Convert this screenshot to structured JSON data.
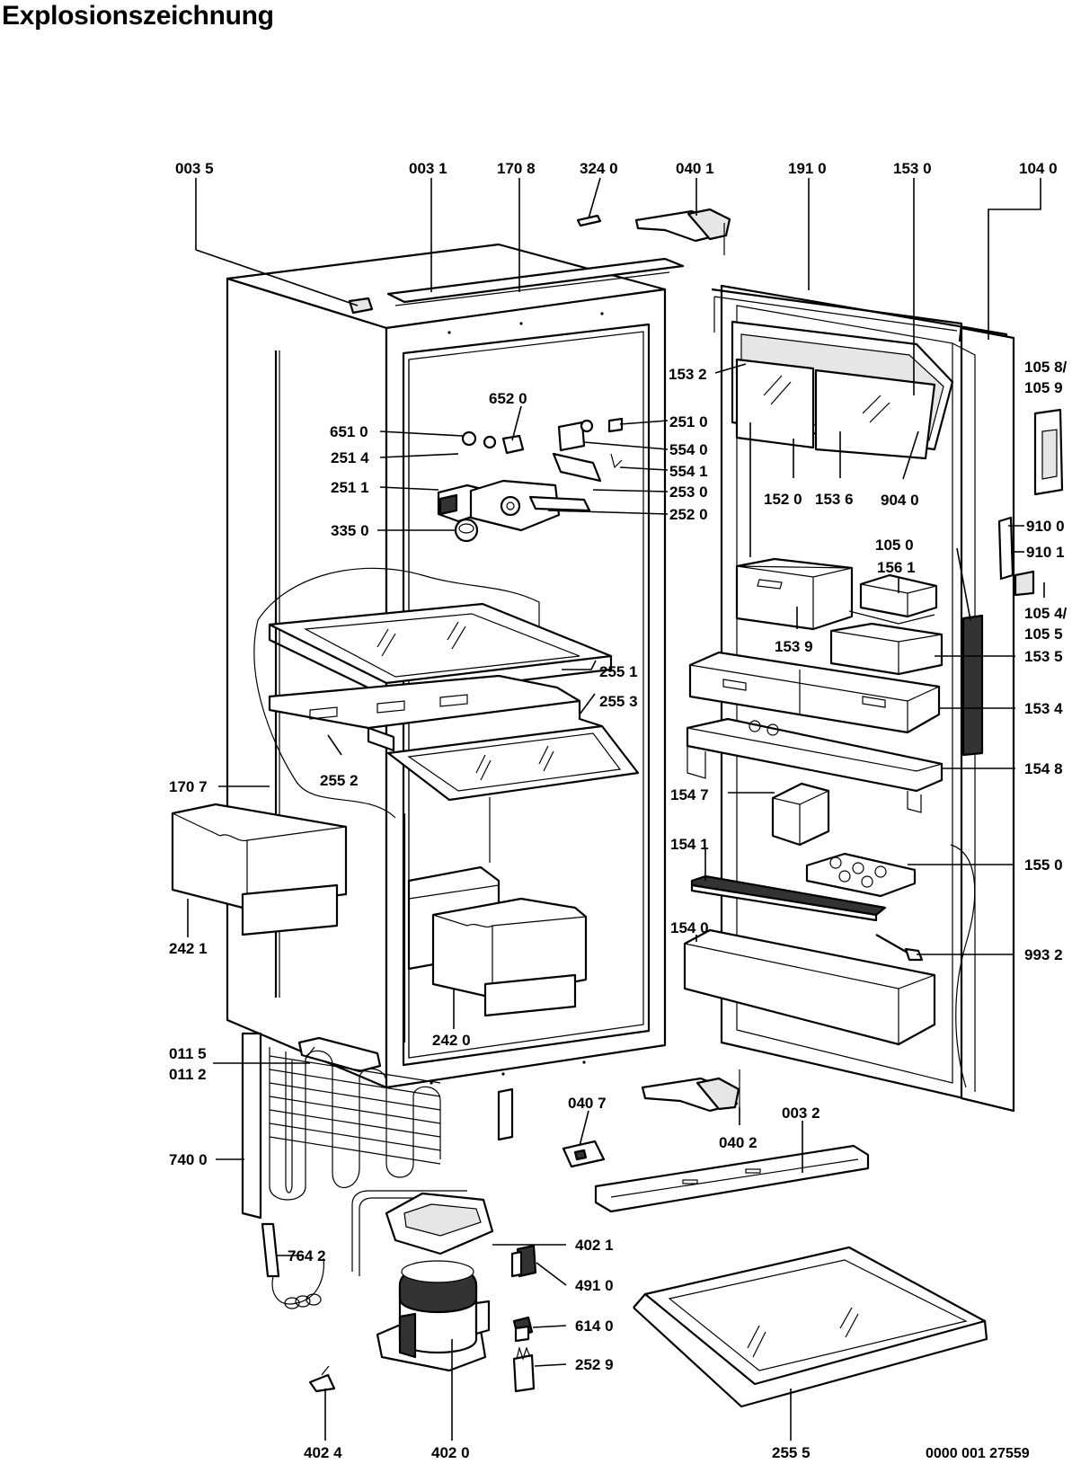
{
  "title": "Explosionszeichnung",
  "document_number": "0000 001 27559",
  "labels": [
    {
      "id": "0035",
      "text": "003 5"
    },
    {
      "id": "0031",
      "text": "003 1"
    },
    {
      "id": "1708",
      "text": "170 8"
    },
    {
      "id": "3240",
      "text": "324 0"
    },
    {
      "id": "0401",
      "text": "040 1"
    },
    {
      "id": "1910",
      "text": "191 0"
    },
    {
      "id": "1530",
      "text": "153 0"
    },
    {
      "id": "1040",
      "text": "104 0"
    },
    {
      "id": "1058",
      "text": "105 8/"
    },
    {
      "id": "1059",
      "text": "105 9"
    },
    {
      "id": "1532",
      "text": "153 2"
    },
    {
      "id": "6520",
      "text": "652 0"
    },
    {
      "id": "6510",
      "text": "651 0"
    },
    {
      "id": "2510",
      "text": "251 0"
    },
    {
      "id": "2514",
      "text": "251 4"
    },
    {
      "id": "5540",
      "text": "554 0"
    },
    {
      "id": "5541",
      "text": "554 1"
    },
    {
      "id": "2511",
      "text": "251 1"
    },
    {
      "id": "2530",
      "text": "253 0"
    },
    {
      "id": "2520",
      "text": "252 0"
    },
    {
      "id": "1520",
      "text": "152 0"
    },
    {
      "id": "1536",
      "text": "153 6"
    },
    {
      "id": "9040",
      "text": "904 0"
    },
    {
      "id": "9100",
      "text": "910 0"
    },
    {
      "id": "3350",
      "text": "335 0"
    },
    {
      "id": "1050",
      "text": "105 0"
    },
    {
      "id": "9101",
      "text": "910 1"
    },
    {
      "id": "1561",
      "text": "156 1"
    },
    {
      "id": "1054",
      "text": "105 4/"
    },
    {
      "id": "1055",
      "text": "105 5"
    },
    {
      "id": "1539",
      "text": "153 9"
    },
    {
      "id": "1535",
      "text": "153 5"
    },
    {
      "id": "2551",
      "text": "255 1"
    },
    {
      "id": "2553",
      "text": "255 3"
    },
    {
      "id": "1534",
      "text": "153 4"
    },
    {
      "id": "2552",
      "text": "255 2"
    },
    {
      "id": "1548",
      "text": "154 8"
    },
    {
      "id": "1707",
      "text": "170 7"
    },
    {
      "id": "1547",
      "text": "154 7"
    },
    {
      "id": "1541",
      "text": "154 1"
    },
    {
      "id": "1550",
      "text": "155 0"
    },
    {
      "id": "1540",
      "text": "154 0"
    },
    {
      "id": "2421",
      "text": "242 1"
    },
    {
      "id": "9932",
      "text": "993 2"
    },
    {
      "id": "2420",
      "text": "242 0"
    },
    {
      "id": "0115",
      "text": "011 5"
    },
    {
      "id": "0112",
      "text": "011 2"
    },
    {
      "id": "0407",
      "text": "040 7"
    },
    {
      "id": "0032",
      "text": "003 2"
    },
    {
      "id": "0402",
      "text": "040 2"
    },
    {
      "id": "7400",
      "text": "740 0"
    },
    {
      "id": "4021",
      "text": "402 1"
    },
    {
      "id": "7642",
      "text": "764 2"
    },
    {
      "id": "4910",
      "text": "491 0"
    },
    {
      "id": "6140",
      "text": "614 0"
    },
    {
      "id": "2529",
      "text": "252 9"
    },
    {
      "id": "4024",
      "text": "402 4"
    },
    {
      "id": "4020",
      "text": "402 0"
    },
    {
      "id": "2555",
      "text": "255 5"
    }
  ]
}
